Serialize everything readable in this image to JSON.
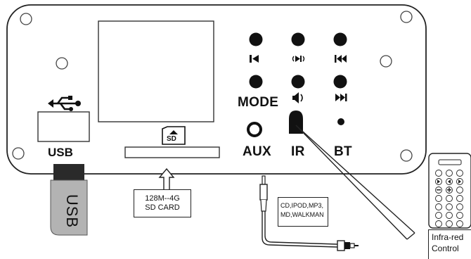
{
  "labels": {
    "usb": "USB",
    "mode": "MODE",
    "aux": "AUX",
    "ir": "IR",
    "bt": "BT",
    "usb_stick": "USB",
    "sd_slot_icon": "SD",
    "sd_note_line1": "128M--4G",
    "sd_note_line2": "SD  CARD",
    "aux_note_line1": "CD,IPOD,MP3,",
    "aux_note_line2": "MD,WALKMAN",
    "ir_note_line1": "Infra-red",
    "ir_note_line2": "Control"
  },
  "icons": {
    "usb_symbol": "usb-trident-icon",
    "buttons_row1": [
      "previous-track-icon",
      "play-pause-icon",
      "fast-rewind-icon"
    ],
    "buttons_row2": [
      "mode-button",
      "volume-icon",
      "fast-forward-icon"
    ],
    "ir_receiver": "ir-sensor-icon",
    "bt_indicator": "bluetooth-led-icon"
  },
  "colors": {
    "outline": "#222222",
    "usb_stick_body": "#b3b3b3",
    "usb_connector": "#2a2a2a",
    "button": "#111111"
  }
}
